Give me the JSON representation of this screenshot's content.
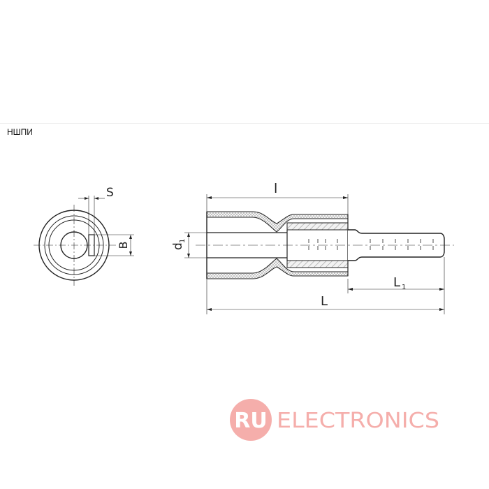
{
  "product_code": "НШПИ",
  "dimensions": {
    "s": "S",
    "b": "B",
    "d1_main": "d",
    "d1_sub": "1",
    "l_small": "l",
    "l1_main": "L",
    "l1_sub": "1",
    "l_total": "L"
  },
  "watermark": {
    "badge_text": "RU",
    "brand_text": "ELECTRONICS",
    "color": "#f4a6a2"
  }
}
